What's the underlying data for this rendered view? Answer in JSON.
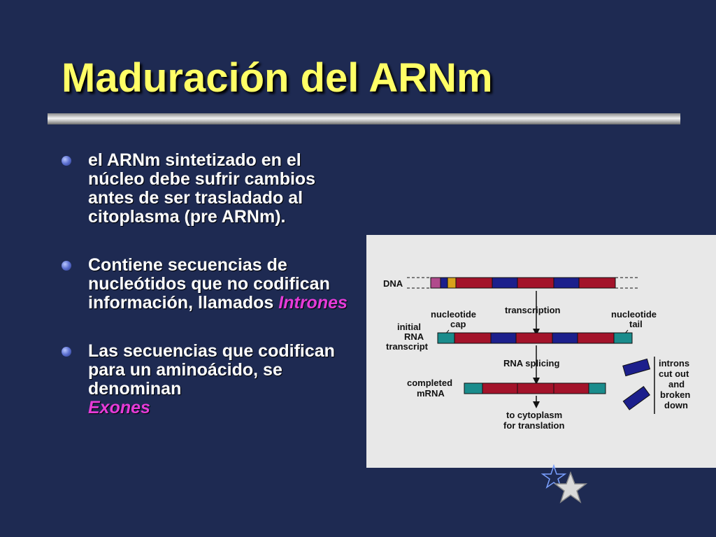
{
  "slide": {
    "title": "Maduración del ARNm"
  },
  "bullets": [
    {
      "text": "el ARNm sintetizado en el núcleo debe sufrir cambios antes de  ser trasladado al citoplasma (pre ARNm)."
    },
    {
      "text": "Contiene secuencias de nucleótidos que no codifican información, llamados ",
      "highlight": "Intrones"
    },
    {
      "text": "Las secuencias que codifican para un aminoácido, se denominan ",
      "highlight": "Exones"
    }
  ],
  "figure": {
    "dna_label": "DNA",
    "transcription_label": "transcription",
    "nucleotide_cap_line1": "nucleotide",
    "nucleotide_cap_line2": "cap",
    "nucleotide_tail_line1": "nucleotide",
    "nucleotide_tail_line2": "tail",
    "initial_line1": "initial",
    "initial_line2": "RNA",
    "initial_line3": "transcript",
    "splicing_label": "RNA splicing",
    "introns_line1": "introns",
    "introns_line2": "cut out",
    "introns_line3": "and",
    "introns_line4": "broken",
    "introns_line5": "down",
    "completed_line1": "completed",
    "completed_line2": "mRNA",
    "cytoplasm_line1": "to cytoplasm",
    "cytoplasm_line2": "for translation"
  },
  "colors": {
    "background": "#1e2a52",
    "title": "#ffff66",
    "highlight": "#e63bd8",
    "exon": "#a3132a",
    "intron": "#1c1f8c",
    "cap_tail": "#1a8c8c"
  }
}
